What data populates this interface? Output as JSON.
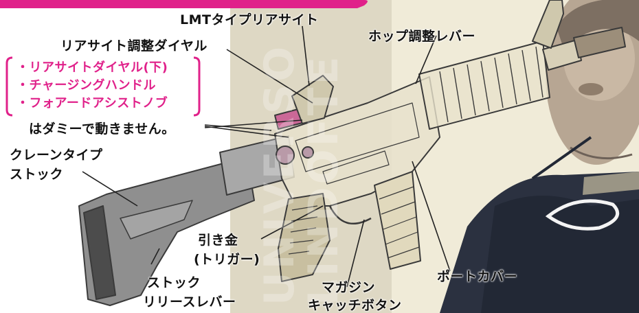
{
  "labels": {
    "lmt_rear_sight": "LMTタイプリアサイト",
    "rear_sight_dial": "リアサイト調整ダイヤル",
    "hop_lever": "ホップ調整レバー",
    "dummy_parts": [
      "・リアサイトダイヤル(下)",
      "・チャージングハンドル",
      "・フォアードアシストノブ"
    ],
    "dummy_note": "はダミーで動きません。",
    "crane_stock": [
      "クレーンタイプ",
      "ストック"
    ],
    "trigger": [
      "引き金",
      "(トリガー)"
    ],
    "stock_release": [
      "ストック",
      "リリースレバー"
    ],
    "magazine_catch": [
      "マガジン",
      "キャッチボタン"
    ],
    "port_cover": "ポートカバー"
  },
  "watermark": [
    "UNIVERSO",
    "LINDOFTE"
  ],
  "colors": {
    "accent_magenta": "#e0218a",
    "label_text": "#111111",
    "panel_bg": "#f0ebd8",
    "photo_dark": "#2b3140",
    "rifle_outline": "#3a3a3a",
    "stock_fill": "#8f8f8f"
  }
}
